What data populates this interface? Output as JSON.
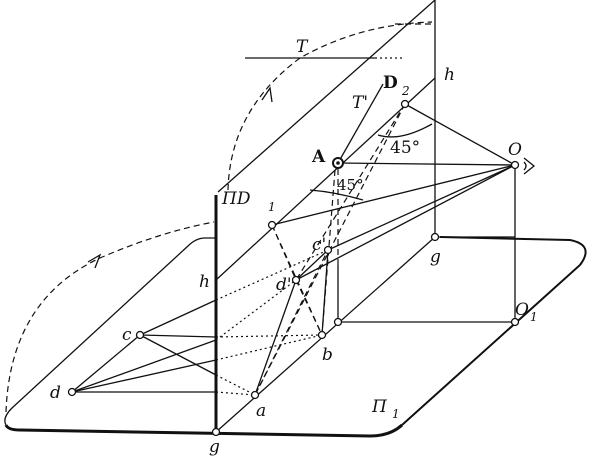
{
  "labels": {
    "T": "T",
    "T_prime": "T'",
    "D2": "D",
    "D2_sub": "2",
    "h_top": "h",
    "A": "A",
    "angle_top": "45°",
    "angle_mid": "45°",
    "PiD1": "ΠD",
    "PiD1_sub": "1",
    "O": "O",
    "h_left": "h",
    "c_prime": "c'",
    "g_right": "g",
    "d_prime": "d'",
    "c": "c",
    "b": "b",
    "O1": "O",
    "O1_sub": "1",
    "d": "d",
    "a": "a",
    "Pi1": "Π",
    "Pi1_sub": "1",
    "g_bottom": "g"
  },
  "icons": {
    "eye": "eye-icon"
  },
  "colors": {
    "ink": "#111111",
    "paper": "#ffffff"
  }
}
